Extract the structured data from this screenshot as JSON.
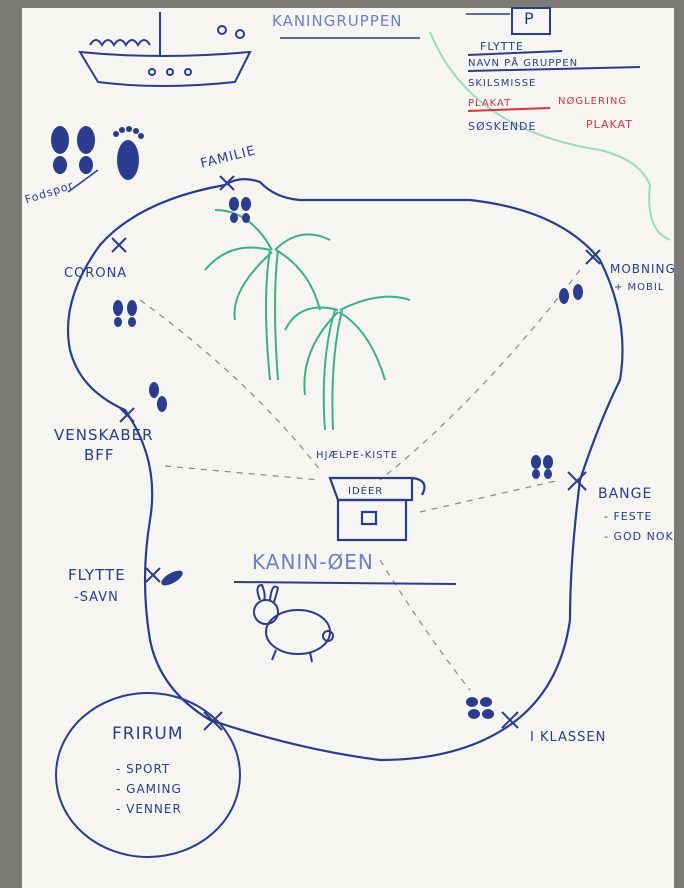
{
  "title": "KANINGRUPPEN",
  "corner_box": "P",
  "topics": [
    {
      "text": "FLYTTE",
      "color": "#2b3c8e",
      "struck": true
    },
    {
      "text": "NAVN PÅ GRUPPEN",
      "color": "#2b3c8e",
      "struck": true
    },
    {
      "text": "SKILSMISSE",
      "color": "#2b3c8e",
      "struck": false
    },
    {
      "text": "PLAKAT",
      "color": "#d9343e",
      "struck": true
    },
    {
      "text": "NØGLERING",
      "color": "#d9343e",
      "struck": false
    },
    {
      "text": "SØSKENDE",
      "color": "#2b3c8e",
      "struck": false
    },
    {
      "text": "PLAKAT",
      "color": "#d9343e",
      "struck": false
    }
  ],
  "footprints_label": "Fodspor",
  "island": {
    "name": "KANIN-ØEN",
    "chest_label": "HJÆLPE-KISTE",
    "chest_sign": "IDÉER",
    "places": {
      "familie": "FAMILIE",
      "corona": "CORONA",
      "venskaber": "VENSKABER",
      "bff": "BFF",
      "flytte": "FLYTTE",
      "savn": "-SAVN",
      "mobning": "MOBNING",
      "mobil": "+ MOBIL",
      "bange": "BANGE",
      "bange_1": "- FESTE",
      "bange_2": "- GOD NOK",
      "i_klassen": "I KLASSEN"
    }
  },
  "frirum": {
    "title": "FRIRUM",
    "items": [
      "- SPORT",
      "- GAMING",
      "- VENNER"
    ]
  },
  "colors": {
    "ink": "#2b3c8e",
    "red": "#d9343e",
    "green": "#3fae8a",
    "paper": "#f6f5f1"
  }
}
